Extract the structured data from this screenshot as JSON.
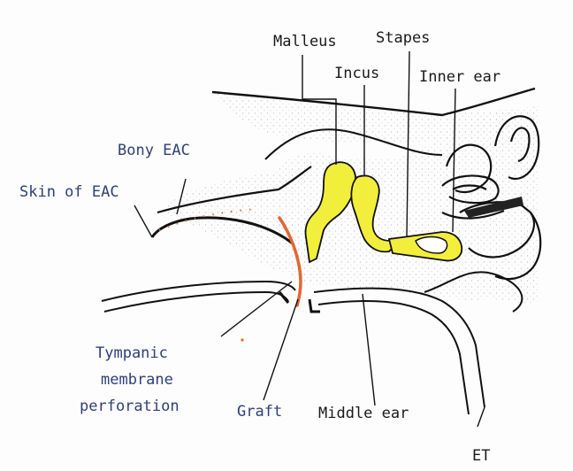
{
  "labels": {
    "malleus": "Malleus",
    "stapes": "Stapes",
    "incus": "Incus",
    "inner_ear": "Inner ear",
    "bony_eac": "Bony EAC",
    "skin_of_eac": "Skin of EAC",
    "tympanic_line1": "Tympanic",
    "tympanic_line2": "membrane",
    "tympanic_line3": "perforation",
    "graft": "Graft",
    "middle_ear": "Middle ear",
    "et": "ET"
  },
  "colors": {
    "ossicles": "#f2ee3c",
    "graft": "#e2672e",
    "outline": "#111111",
    "bone_stipple": "#cfcfcf",
    "label_blue": "#2f3f78"
  }
}
